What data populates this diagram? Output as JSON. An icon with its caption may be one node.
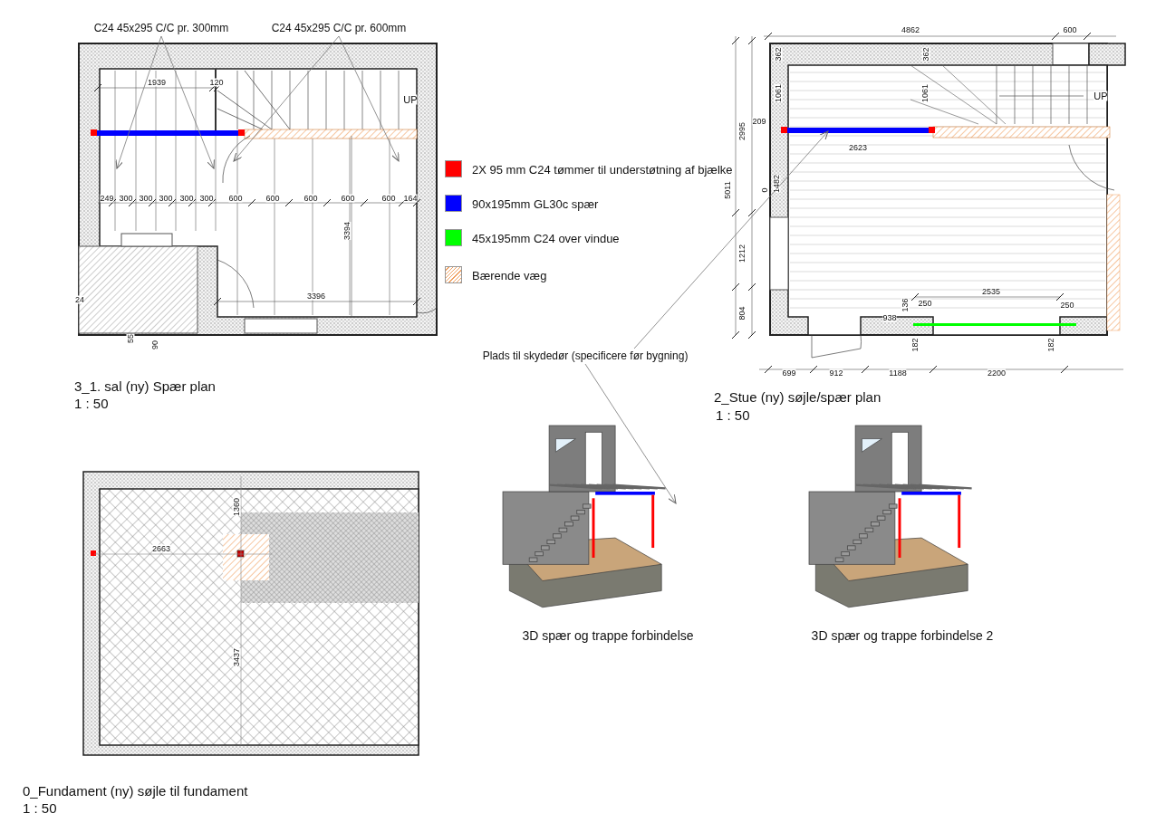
{
  "diagram": {
    "nodes": [
      {
        "text": [
          "C24 45x295 C/C pr. 300mm"
        ]
      },
      {
        "text": [
          "C24 45x295 C/C pr. 600mm"
        ]
      },
      {
        "text": [
          "Plads til skydedør (specificere før bygning)"
        ]
      },
      {
        "text": [],
        "shape": "picture"
      },
      {
        "text": [],
        "shape": "picture"
      }
    ],
    "edges": [
      {
        "from": 0,
        "to": null,
        "arrow": "to"
      },
      {
        "from": 0,
        "to": null,
        "arrow": "to"
      },
      {
        "from": 1,
        "to": null,
        "arrow": "to"
      },
      {
        "from": 1,
        "to": null,
        "arrow": "to"
      },
      {
        "from": 2,
        "to": null,
        "arrow": "to"
      },
      {
        "from": 2,
        "to": 3,
        "arrow": "to"
      }
    ],
    "labels": [
      "3_1. sal (ny) Spær plan",
      "1 : 50",
      "2_Stue (ny) søjle/spær plan",
      "1 : 50",
      "0_Fundament (ny) søjle til fundament",
      "1 : 50",
      "3D spær og trappe forbindelse",
      "3D spær og trappe forbindelse 2",
      "1939",
      "120",
      "UP",
      "249",
      "300",
      "300",
      "300",
      "300",
      "300",
      "600",
      "600",
      "600",
      "600",
      "600",
      "164",
      "3394",
      "3396",
      "24",
      "55",
      "90",
      "4862",
      "600",
      "362",
      "362",
      "1061",
      "1061",
      "UP",
      "209",
      "2995",
      "2623",
      "5011",
      "0",
      "1482",
      "1212",
      "2535",
      "136",
      "250",
      "250",
      "938",
      "804",
      "182",
      "182",
      "699",
      "912",
      "1188",
      "2200",
      "1360",
      "2663",
      "3437"
    ],
    "legend": [
      {
        "text": "2X 95 mm C24 tømmer til understøtning af bjælke",
        "color": "#ff0000"
      },
      {
        "text": "90x195mm GL30c spær",
        "color": "#0000ff"
      },
      {
        "text": "45x195mm C24 over vindue",
        "color": "#00ff00"
      },
      {
        "text": "Bærende væg"
      }
    ]
  }
}
